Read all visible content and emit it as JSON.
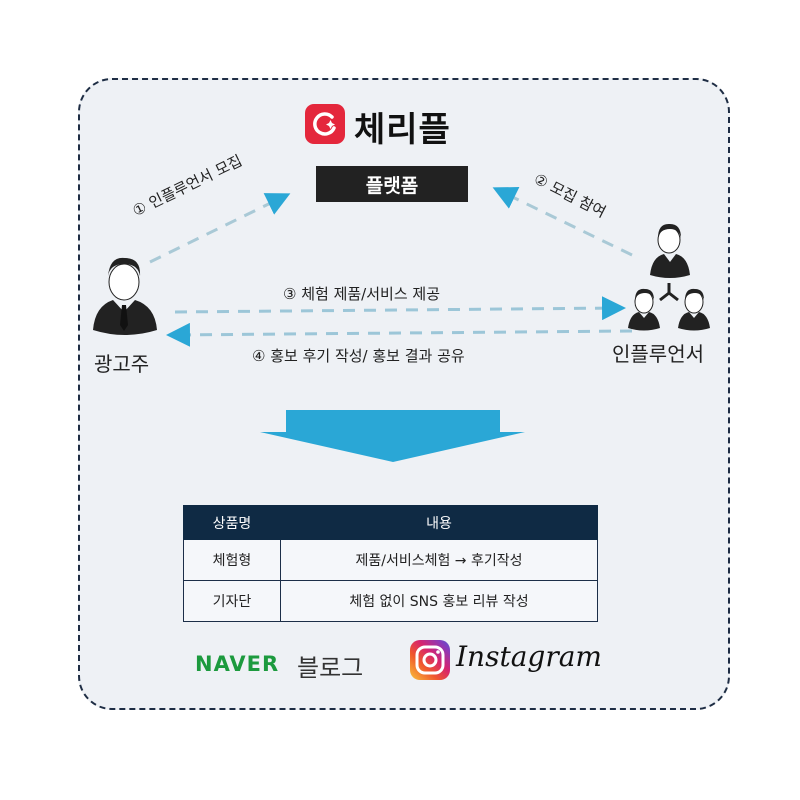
{
  "brand": {
    "name": "체리플"
  },
  "platform_label": "플랫폼",
  "roles": {
    "advertiser": "광고주",
    "influencer": "인플루언서"
  },
  "flows": [
    {
      "label": "① 인플루언서 모집"
    },
    {
      "label": "② 모집 참여"
    },
    {
      "label": "③ 체험 제품/서비스 제공"
    },
    {
      "label": "④ 홍보 후기 작성/ 홍보 결과 공유"
    }
  ],
  "table": {
    "headers": [
      "상품명",
      "내용"
    ],
    "rows": [
      [
        "체험형",
        "제품/서비스체험 → 후기작성"
      ],
      [
        "기자단",
        "체험 없이 SNS 홍보 리뷰 작성"
      ]
    ]
  },
  "channels": {
    "naver": "NAVER",
    "naver_blog": "블로그",
    "instagram": "Instagram"
  },
  "colors": {
    "accent_blue": "#2aa7d6",
    "brand_red": "#e4273c",
    "table_header": "#0f2a44",
    "naver_green": "#1c9a3e"
  }
}
